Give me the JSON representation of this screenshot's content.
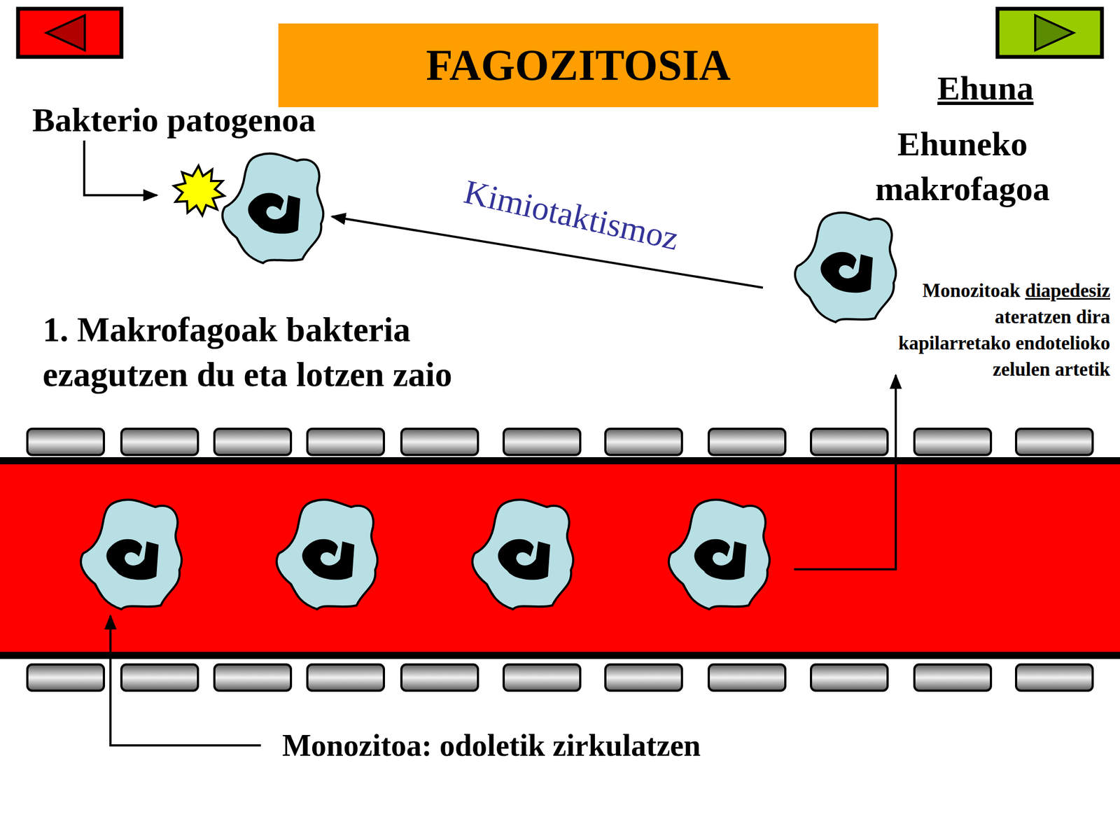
{
  "diagram": {
    "title": "FAGOZITOSIA",
    "labels": [
      "Bakterio patogenoa",
      "Ehuna",
      "Ehuneko makrofagoa",
      "Kimiotaktismoz",
      "1. Makrofagoak bakteria ezagutzen du eta lotzen zaio",
      "Monozitoak diapedesiz ateratzen dira kapilarretako endotelioko zelulen artetik",
      "Monozitoa: odoletik zirkulatzen"
    ]
  }
}
